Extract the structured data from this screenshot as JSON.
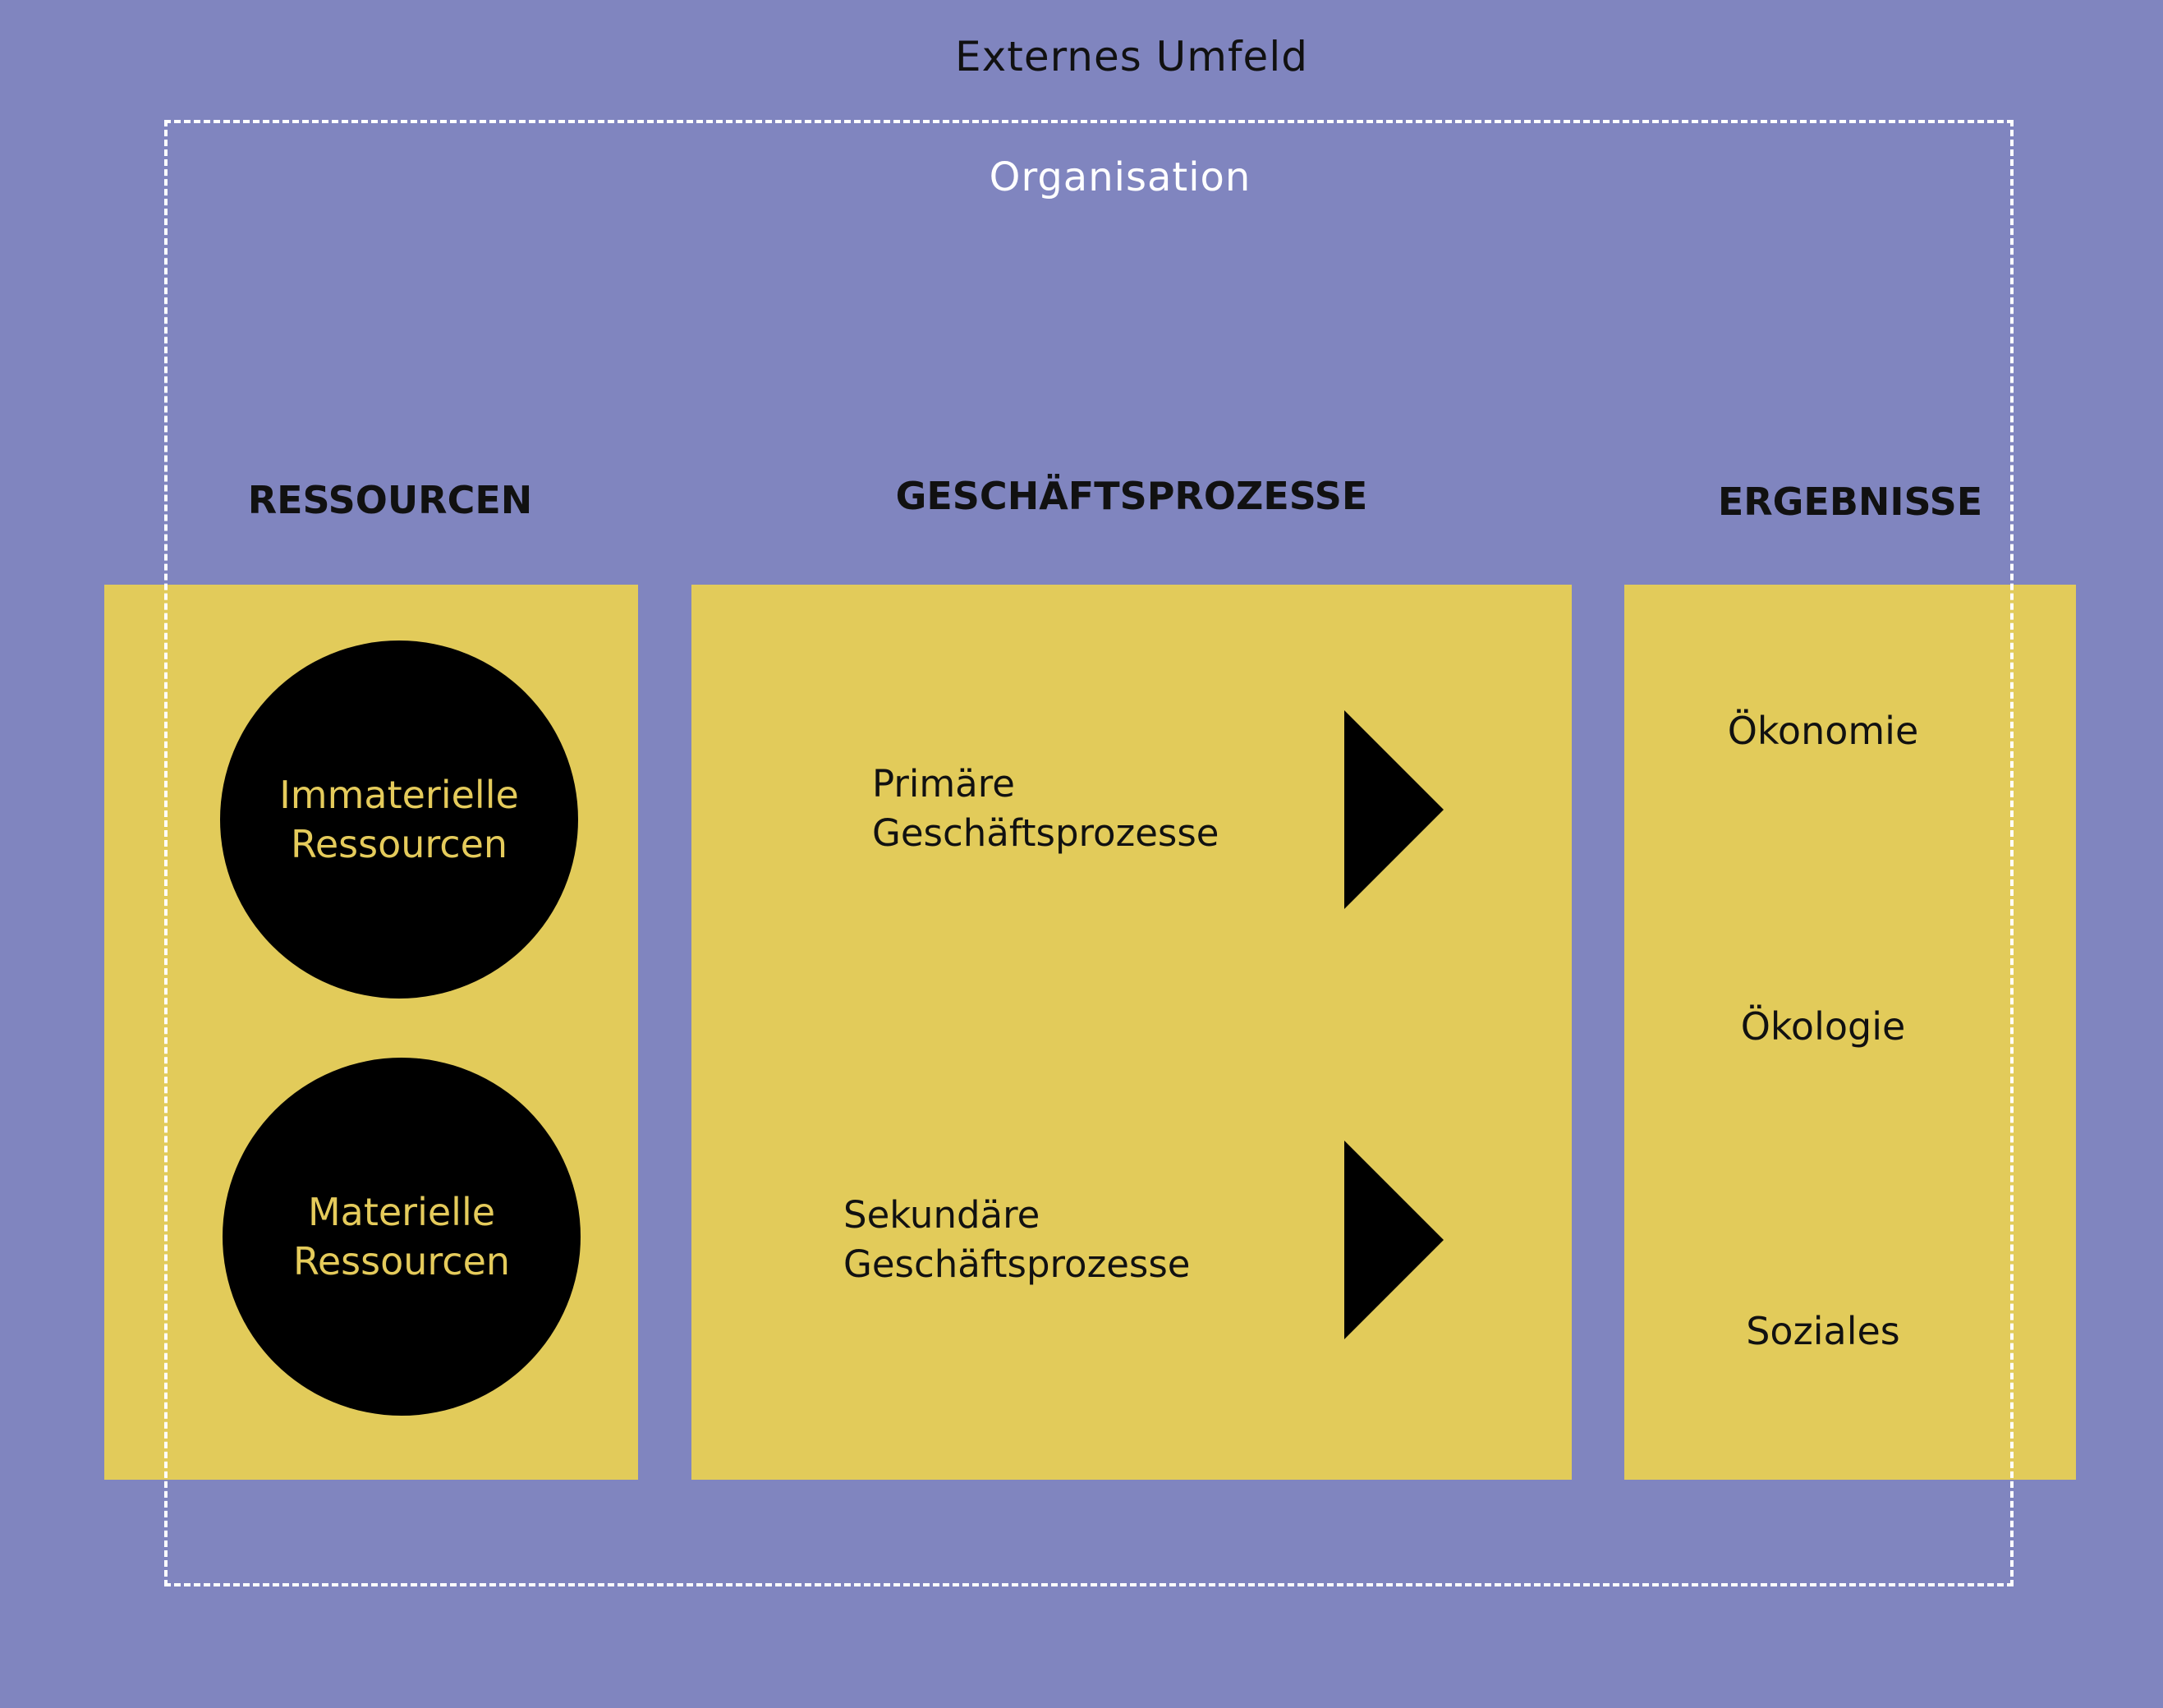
{
  "external": {
    "label": "Externes Umfeld"
  },
  "organisation": {
    "label": "Organisation"
  },
  "columns": {
    "resources": {
      "heading": "RESSOURCEN",
      "items": [
        "Immaterielle\nRessourcen",
        "Materielle\nRessourcen"
      ]
    },
    "processes": {
      "heading": "GESCHÄFTSPROZESSE",
      "items": [
        "Primäre\nGeschäftsprozesse",
        "Sekundäre\nGeschäftsprozesse"
      ]
    },
    "results": {
      "heading": "ERGEBNISSE",
      "items": [
        "Ökonomie",
        "Ökologie",
        "Soziales"
      ]
    }
  },
  "colors": {
    "background": "#8085bf",
    "panel": "#e2cb5a",
    "circle": "#000000",
    "circle_text": "#e5cb5b",
    "frame": "#ffffff"
  }
}
